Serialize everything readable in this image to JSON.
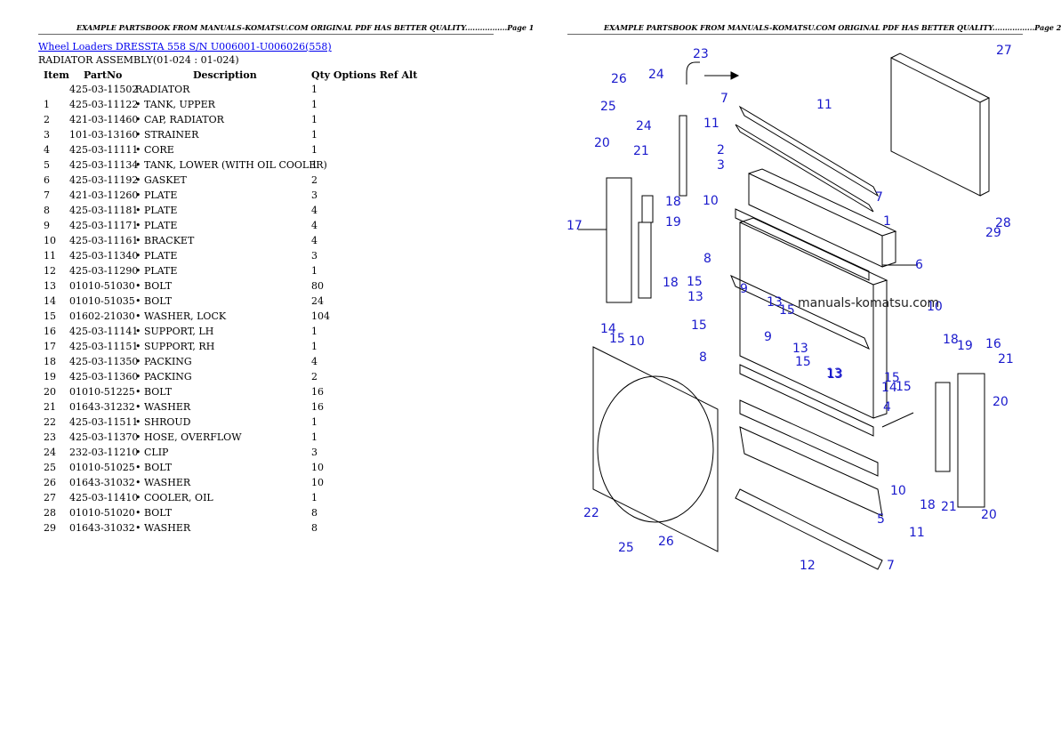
{
  "header": {
    "page1": "EXAMPLE PARTSBOOK FROM MANUALS-KOMATSU.COM ORIGINAL PDF HAS BETTER QUALITY.................Page 1",
    "page2": "EXAMPLE PARTSBOOK FROM MANUALS-KOMATSU.COM ORIGINAL PDF HAS BETTER QUALITY.................Page 2"
  },
  "title_link": "Wheel Loaders DRESSTA 558 S/N U006001-U006026(558)",
  "subtitle": "RADIATOR ASSEMBLY(01-024 : 01-024)",
  "columns": {
    "item": "Item",
    "partno": "PartNo",
    "description": "Description",
    "qty_options": "Qty Options Ref Alt"
  },
  "rows": [
    {
      "item": "",
      "partno": "425-03-11502",
      "description": "RADIATOR",
      "qty": "1"
    },
    {
      "item": "1",
      "partno": "425-03-11122",
      "description": "• TANK, UPPER",
      "qty": "1"
    },
    {
      "item": "2",
      "partno": "421-03-11460",
      "description": "• CAP, RADIATOR",
      "qty": "1"
    },
    {
      "item": "3",
      "partno": "101-03-13160",
      "description": "• STRAINER",
      "qty": "1"
    },
    {
      "item": "4",
      "partno": "425-03-11111",
      "description": "• CORE",
      "qty": "1"
    },
    {
      "item": "5",
      "partno": "425-03-11134",
      "description": "• TANK, LOWER (WITH OIL COOLER)",
      "qty": "1"
    },
    {
      "item": "6",
      "partno": "425-03-11192",
      "description": "• GASKET",
      "qty": "2"
    },
    {
      "item": "7",
      "partno": "421-03-11260",
      "description": "• PLATE",
      "qty": "3"
    },
    {
      "item": "8",
      "partno": "425-03-11181",
      "description": "• PLATE",
      "qty": "4"
    },
    {
      "item": "9",
      "partno": "425-03-11171",
      "description": "• PLATE",
      "qty": "4"
    },
    {
      "item": "10",
      "partno": "425-03-11161",
      "description": "• BRACKET",
      "qty": "4"
    },
    {
      "item": "11",
      "partno": "425-03-11340",
      "description": "• PLATE",
      "qty": "3"
    },
    {
      "item": "12",
      "partno": "425-03-11290",
      "description": "• PLATE",
      "qty": "1"
    },
    {
      "item": "13",
      "partno": "01010-51030",
      "description": "• BOLT",
      "qty": "80"
    },
    {
      "item": "14",
      "partno": "01010-51035",
      "description": "• BOLT",
      "qty": "24"
    },
    {
      "item": "15",
      "partno": "01602-21030",
      "description": "• WASHER, LOCK",
      "qty": "104"
    },
    {
      "item": "16",
      "partno": "425-03-11141",
      "description": "• SUPPORT, LH",
      "qty": "1"
    },
    {
      "item": "17",
      "partno": "425-03-11151",
      "description": "• SUPPORT, RH",
      "qty": "1"
    },
    {
      "item": "18",
      "partno": "425-03-11350",
      "description": "• PACKING",
      "qty": "4"
    },
    {
      "item": "19",
      "partno": "425-03-11360",
      "description": "• PACKING",
      "qty": "2"
    },
    {
      "item": "20",
      "partno": "01010-51225",
      "description": "• BOLT",
      "qty": "16"
    },
    {
      "item": "21",
      "partno": "01643-31232",
      "description": "• WASHER",
      "qty": "16"
    },
    {
      "item": "22",
      "partno": "425-03-11511",
      "description": "• SHROUD",
      "qty": "1"
    },
    {
      "item": "23",
      "partno": "425-03-11370",
      "description": "• HOSE, OVERFLOW",
      "qty": "1"
    },
    {
      "item": "24",
      "partno": "232-03-11210",
      "description": "• CLIP",
      "qty": "3"
    },
    {
      "item": "25",
      "partno": "01010-51025",
      "description": "• BOLT",
      "qty": "10"
    },
    {
      "item": "26",
      "partno": "01643-31032",
      "description": "• WASHER",
      "qty": "10"
    },
    {
      "item": "27",
      "partno": "425-03-11410",
      "description": "• COOLER, OIL",
      "qty": "1"
    },
    {
      "item": "28",
      "partno": "01010-51020",
      "description": "• BOLT",
      "qty": "8"
    },
    {
      "item": "29",
      "partno": "01643-31032",
      "description": "• WASHER",
      "qty": "8"
    }
  ],
  "diagram": {
    "watermark": "manuals-komatsu.com",
    "callouts": [
      "23",
      "24",
      "26",
      "25",
      "24",
      "20",
      "21",
      "7",
      "11",
      "11",
      "2",
      "3",
      "27",
      "18",
      "10",
      "17",
      "19",
      "1",
      "7",
      "28",
      "29",
      "8",
      "6",
      "15",
      "13",
      "18",
      "9",
      "13",
      "15",
      "10",
      "16",
      "14",
      "15",
      "10",
      "15",
      "9",
      "8",
      "13",
      "13",
      "15",
      "13",
      "15",
      "18",
      "19",
      "4",
      "14",
      "15",
      "21",
      "20",
      "22",
      "5",
      "10",
      "18",
      "21",
      "20",
      "11",
      "25",
      "26",
      "12",
      "7"
    ]
  }
}
